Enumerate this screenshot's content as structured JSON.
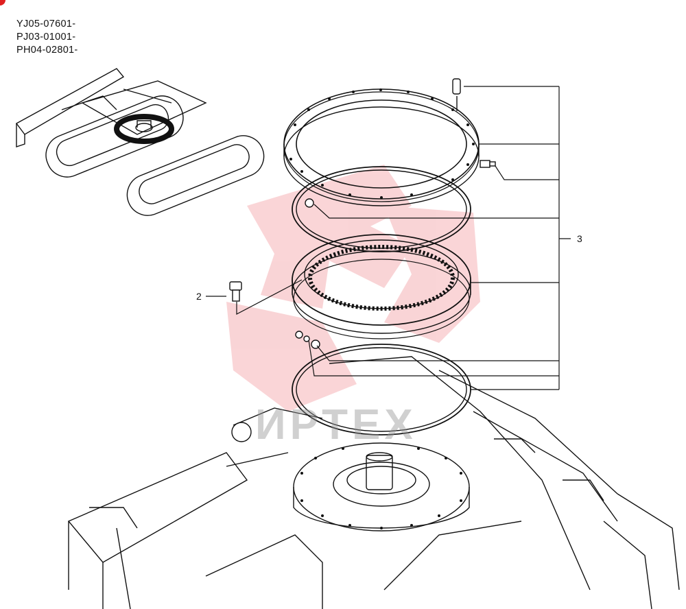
{
  "serial_numbers": [
    "YJ05-07601-",
    "PJ03-01001-",
    "PH04-02801-"
  ],
  "callouts": {
    "bolt": "2",
    "bearing_assembly": "3"
  },
  "watermark": {
    "text": "ИРТЕХ",
    "color": "#e8404a"
  },
  "icons": {
    "corner": "red-circle-icon"
  }
}
